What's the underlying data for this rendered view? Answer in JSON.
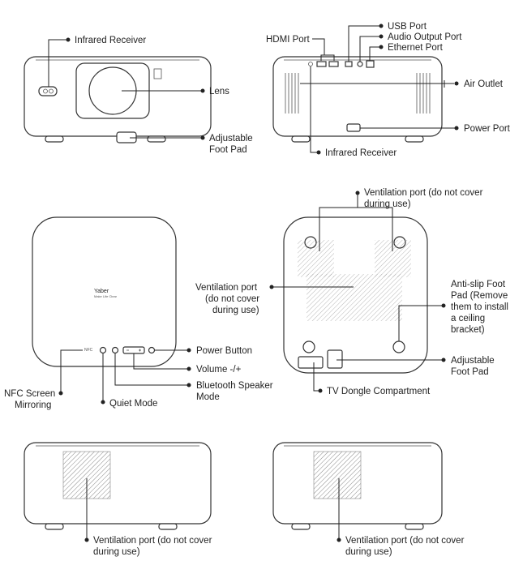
{
  "front_view": {
    "infrared_receiver": "Infrared Receiver",
    "lens": "Lens",
    "adjustable_foot_pad": [
      "Adjustable",
      "Foot Pad"
    ]
  },
  "back_view": {
    "usb_port": "USB Port",
    "hdmi_port": "HDMI Port",
    "audio_output_port": "Audio Output Port",
    "ethernet_port": "Ethernet Port",
    "air_outlet": "Air Outlet",
    "power_port": "Power Port",
    "infrared_receiver": "Infrared Receiver"
  },
  "top_view": {
    "brand": "Yaber",
    "brand_sub": "Make Life Clear",
    "power_button": "Power Button",
    "volume": "Volume -/+",
    "bluetooth_speaker_mode": [
      "Bluetooth Speaker",
      "Mode"
    ],
    "nfc_screen_mirroring": [
      "NFC Screen",
      "Mirroring"
    ],
    "quiet_mode": "Quiet Mode"
  },
  "bottom_view": {
    "ventilation_top": [
      "Ventilation port (do not cover",
      "during use)"
    ],
    "ventilation_center": [
      "Ventilation port",
      "(do not cover",
      "during use)"
    ],
    "anti_slip": [
      "Anti-slip Foot",
      "Pad (Remove",
      "them to install",
      "a ceiling",
      "bracket)"
    ],
    "adjustable_foot_pad": [
      "Adjustable",
      "Foot Pad"
    ],
    "tv_dongle_compartment": "TV Dongle Compartment"
  },
  "side_views": {
    "left_ventilation": [
      "Ventilation port (do not cover",
      "during use)"
    ],
    "right_ventilation": [
      "Ventilation port (do not cover",
      "during use)"
    ]
  }
}
